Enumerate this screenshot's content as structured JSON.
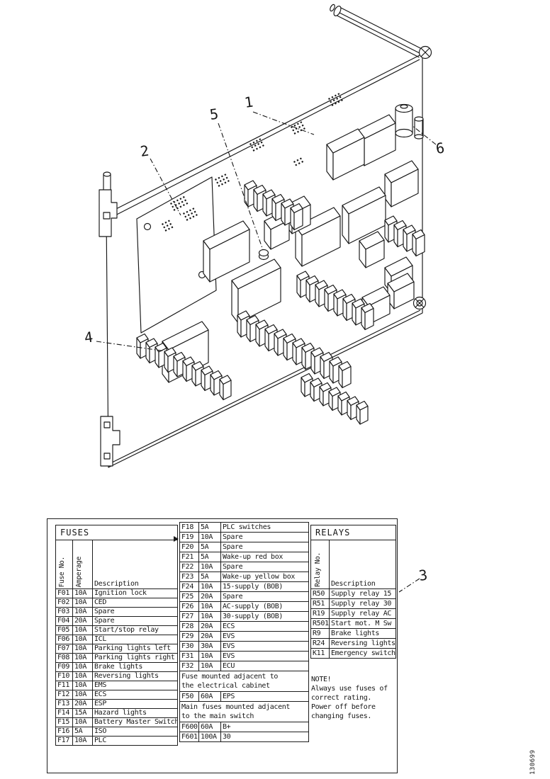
{
  "colors": {
    "ink": "#1a1a1a",
    "paper": "#ffffff"
  },
  "figure": {
    "callouts": {
      "c1": "1",
      "c2": "2",
      "c3": "3",
      "c4": "4",
      "c5": "5",
      "c6": "6"
    },
    "figure_number": "130699"
  },
  "fuses": {
    "title": "FUSES",
    "headers": {
      "no": "Fuse No.",
      "amp": "Amperage",
      "desc": "Description"
    },
    "rows": [
      {
        "no": "F01",
        "amp": "10A",
        "desc": "Ignition lock"
      },
      {
        "no": "F02",
        "amp": "10A",
        "desc": "CED"
      },
      {
        "no": "F03",
        "amp": "10A",
        "desc": "Spare"
      },
      {
        "no": "F04",
        "amp": "20A",
        "desc": "Spare"
      },
      {
        "no": "F05",
        "amp": "10A",
        "desc": "Start/stop relay"
      },
      {
        "no": "F06",
        "amp": "10A",
        "desc": "ICL"
      },
      {
        "no": "F07",
        "amp": "10A",
        "desc": "Parking lights left"
      },
      {
        "no": "F08",
        "amp": "10A",
        "desc": "Parking lights right"
      },
      {
        "no": "F09",
        "amp": "10A",
        "desc": "Brake lights"
      },
      {
        "no": "F10",
        "amp": "10A",
        "desc": "Reversing lights"
      },
      {
        "no": "F11",
        "amp": "10A",
        "desc": "EMS"
      },
      {
        "no": "F12",
        "amp": "10A",
        "desc": "ECS"
      },
      {
        "no": "F13",
        "amp": "20A",
        "desc": "ESP"
      },
      {
        "no": "F14",
        "amp": "15A",
        "desc": "Hazard lights"
      },
      {
        "no": "F15",
        "amp": "10A",
        "desc": "Battery Master Switch"
      },
      {
        "no": "F16",
        "amp": "5A",
        "desc": "ISO"
      },
      {
        "no": "F17",
        "amp": "10A",
        "desc": "PLC"
      }
    ]
  },
  "fuses2": {
    "rows": [
      {
        "no": "F18",
        "amp": "5A",
        "desc": "PLC switches"
      },
      {
        "no": "F19",
        "amp": "10A",
        "desc": "Spare"
      },
      {
        "no": "F20",
        "amp": "5A",
        "desc": "Spare"
      },
      {
        "no": "F21",
        "amp": "5A",
        "desc": "Wake-up red box"
      },
      {
        "no": "F22",
        "amp": "10A",
        "desc": "Spare"
      },
      {
        "no": "F23",
        "amp": "5A",
        "desc": "Wake-up yellow box"
      },
      {
        "no": "F24",
        "amp": "10A",
        "desc": "15-supply (BOB)"
      },
      {
        "no": "F25",
        "amp": "20A",
        "desc": "Spare"
      },
      {
        "no": "F26",
        "amp": "10A",
        "desc": "AC-supply (BOB)"
      },
      {
        "no": "F27",
        "amp": "10A",
        "desc": "30-supply (BOB)"
      },
      {
        "no": "F28",
        "amp": "20A",
        "desc": "ECS"
      },
      {
        "no": "F29",
        "amp": "20A",
        "desc": "EVS"
      },
      {
        "no": "F30",
        "amp": "30A",
        "desc": "EVS"
      },
      {
        "no": "F31",
        "amp": "10A",
        "desc": "EVS"
      },
      {
        "no": "F32",
        "amp": "10A",
        "desc": "ECU"
      }
    ],
    "note1": [
      "Fuse mounted adjacent to",
      "the electrical cabinet"
    ],
    "rows_cab": [
      {
        "no": "F50",
        "amp": "60A",
        "desc": "EPS"
      }
    ],
    "note2": [
      "Main fuses mounted adjacent",
      "to the main switch"
    ],
    "rows_main": [
      {
        "no": "F600",
        "amp": "60A",
        "desc": "B+"
      },
      {
        "no": "F601",
        "amp": "100A",
        "desc": "30"
      }
    ]
  },
  "relays": {
    "title": "RELAYS",
    "headers": {
      "no": "Relay No.",
      "desc": "Description"
    },
    "rows": [
      {
        "no": "R50",
        "desc": "Supply relay 15"
      },
      {
        "no": "R51",
        "desc": "Supply relay 30"
      },
      {
        "no": "R19",
        "desc": "Supply relay AC"
      },
      {
        "no": "R501",
        "desc": "Start mot. M Sw"
      },
      {
        "no": "R9",
        "desc": "Brake lights"
      },
      {
        "no": "R24",
        "desc": "Reversing lights"
      },
      {
        "no": "K11",
        "desc": "Emergency switch"
      }
    ],
    "note": [
      "NOTE!",
      "Always use fuses of",
      "correct rating.",
      "Power off before",
      "changing fuses."
    ]
  }
}
